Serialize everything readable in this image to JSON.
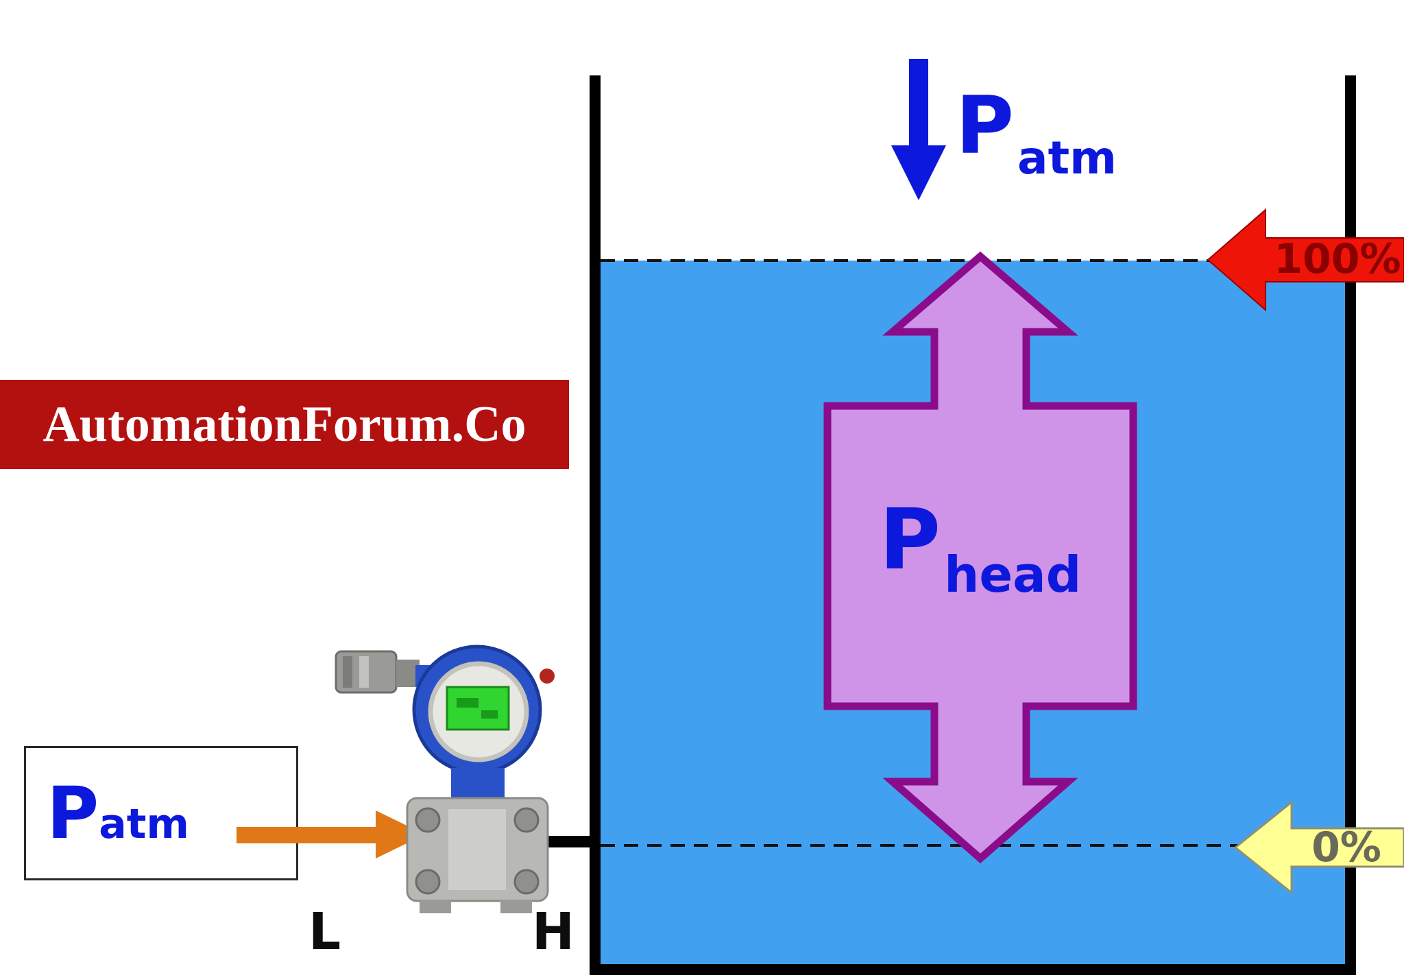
{
  "banner": {
    "text": "AutomationForum.Co"
  },
  "tank": {
    "level_100_label": "100%",
    "level_0_label": "0%"
  },
  "pressures": {
    "atm_top": {
      "symbol": "P",
      "sub": "atm"
    },
    "head": {
      "symbol": "P",
      "sub": "head"
    },
    "atm_source": {
      "symbol": "P",
      "sub": "atm"
    }
  },
  "transmitter": {
    "low_port_label": "L",
    "high_port_label": "H"
  },
  "colors": {
    "liquid": "#41a1f0",
    "blue_text": "#0d18dd",
    "purple_fill": "#cf93e8",
    "purple_stroke": "#8a0c8a",
    "red_banner": "#b31110",
    "red_arrow": "#ee1408",
    "red_arrow_text": "#8b0000",
    "yellow_arrow": "#ffff94",
    "yellow_arrow_text": "#6a6a5a",
    "orange": "#e07818",
    "wall": "#000000"
  }
}
